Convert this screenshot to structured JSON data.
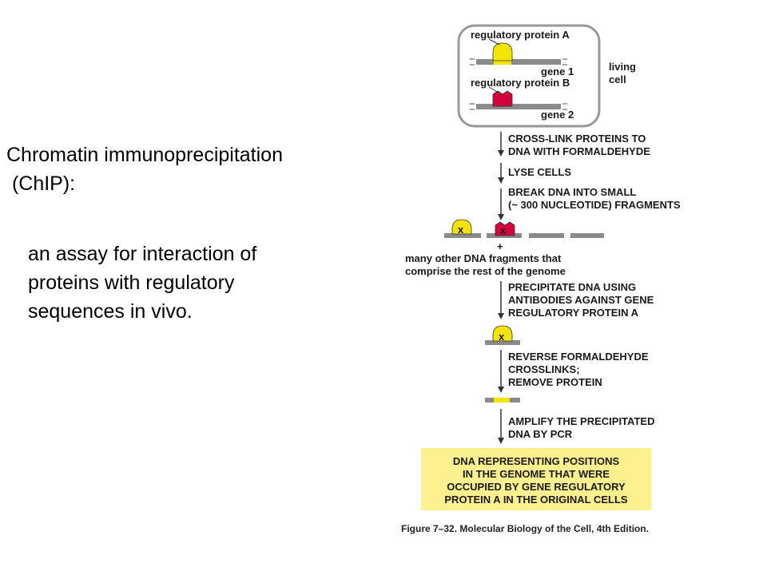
{
  "slide": {
    "title_lines": [
      "Chromatin immunoprecipitation",
      " (ChIP):"
    ],
    "body_lines": [
      "an assay for interaction of",
      "proteins with regulatory",
      "sequences in vivo."
    ]
  },
  "figure": {
    "cell": {
      "protein_a_label": "regulatory protein A",
      "gene1_label": "gene 1",
      "protein_b_label": "regulatory protein B",
      "gene2_label": "gene 2",
      "living_label": "living",
      "cell_label": "cell"
    },
    "steps": [
      [
        "CROSS-LINK PROTEINS TO",
        "DNA WITH FORMALDEHYDE"
      ],
      [
        "LYSE CELLS"
      ],
      [
        "BREAK DNA INTO SMALL",
        "(~ 300 NUCLEOTIDE) FRAGMENTS"
      ],
      [
        "PRECIPITATE DNA USING",
        "ANTIBODIES AGAINST GENE",
        "REGULATORY PROTEIN A"
      ],
      [
        "REVERSE FORMALDEHYDE",
        "CROSSLINKS;",
        "REMOVE PROTEIN"
      ],
      [
        "AMPLIFY THE PRECIPITATED",
        "DNA BY PCR"
      ]
    ],
    "fragment_mark": "x",
    "plus_sign": "+",
    "fragments_note": [
      "many other DNA fragments that",
      "comprise the rest of the genome"
    ],
    "result_lines": [
      "DNA REPRESENTING POSITIONS",
      "IN THE GENOME THAT WERE",
      "OCCUPIED BY GENE REGULATORY",
      "PROTEIN A IN THE ORIGINAL CELLS"
    ],
    "caption": "Figure 7–32. Molecular Biology of the Cell, 4th Edition.",
    "colors": {
      "protein_a": "#f5e300",
      "protein_b": "#d4003a",
      "dna": "#8a8a8a",
      "result_box": "#fdf08f"
    }
  }
}
